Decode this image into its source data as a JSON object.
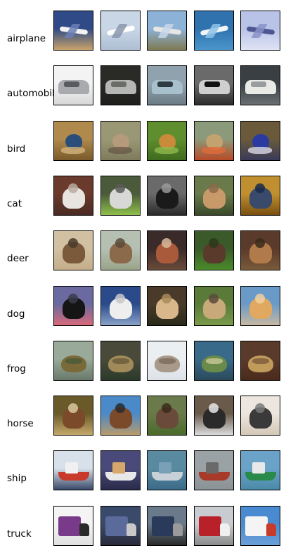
{
  "rows": [
    {
      "label": "airplane",
      "images": [
        {
          "icon": "airplane-photo",
          "top": "#2f4a86",
          "bottom": "#c9a36a",
          "subject": "#f2f2f2",
          "accent": "#6b7fb4",
          "shape": "plane"
        },
        {
          "icon": "airplane-photo",
          "top": "#c9d6e6",
          "bottom": "#aebfd4",
          "subject": "#ffffff",
          "accent": "#8a97ab",
          "shape": "plane"
        },
        {
          "icon": "airplane-photo",
          "top": "#8db2d8",
          "bottom": "#7f7a52",
          "subject": "#e8e6e2",
          "accent": "#c7d7ea",
          "shape": "plane"
        },
        {
          "icon": "airplane-photo",
          "top": "#2f72ae",
          "bottom": "#4a95cb",
          "subject": "#f2f5f8",
          "accent": "#8fc2e6",
          "shape": "plane"
        },
        {
          "icon": "airplane-photo",
          "top": "#b9c3e8",
          "bottom": "#dfe3f5",
          "subject": "#4d5690",
          "accent": "#8992c8",
          "shape": "plane"
        }
      ]
    },
    {
      "label": "automobile",
      "images": [
        {
          "icon": "car-photo",
          "top": "#f3f3f3",
          "bottom": "#d8d8d8",
          "subject": "#a9aaad",
          "accent": "#5a5b60",
          "shape": "car"
        },
        {
          "icon": "car-photo",
          "top": "#2a2a26",
          "bottom": "#1e1e1c",
          "subject": "#b5b7b4",
          "accent": "#6b6d68",
          "shape": "car"
        },
        {
          "icon": "car-photo",
          "top": "#8fa2ae",
          "bottom": "#6c7c86",
          "subject": "#a8c0cc",
          "accent": "#2f3a42",
          "shape": "car"
        },
        {
          "icon": "car-photo",
          "top": "#6a6a6a",
          "bottom": "#2d2d2d",
          "subject": "#cfcfcf",
          "accent": "#111111",
          "shape": "car"
        },
        {
          "icon": "car-photo",
          "top": "#3a3f44",
          "bottom": "#6a6f73",
          "subject": "#e9e9e6",
          "accent": "#9a9d9f",
          "shape": "car"
        }
      ]
    },
    {
      "label": "bird",
      "images": [
        {
          "icon": "bird-photo",
          "top": "#b08a4c",
          "bottom": "#7a5a2c",
          "subject": "#2b4d7a",
          "accent": "#d3b27a",
          "shape": "bird"
        },
        {
          "icon": "bird-photo",
          "top": "#9a9874",
          "bottom": "#7d7b5c",
          "subject": "#b59a7c",
          "accent": "#6a5a48",
          "shape": "bird"
        },
        {
          "icon": "bird-photo",
          "top": "#5e8e2e",
          "bottom": "#3f6b1f",
          "subject": "#c98a3a",
          "accent": "#8eb84c",
          "shape": "bird"
        },
        {
          "icon": "bird-photo",
          "top": "#8a9a7a",
          "bottom": "#b84a28",
          "subject": "#c2a26e",
          "accent": "#e06a3a",
          "shape": "bird"
        },
        {
          "icon": "bird-photo",
          "top": "#6a5a3a",
          "bottom": "#3a3a5a",
          "subject": "#2a3aa0",
          "accent": "#d8d8e6",
          "shape": "bird"
        }
      ]
    },
    {
      "label": "cat",
      "images": [
        {
          "icon": "cat-photo",
          "top": "#6a3a2c",
          "bottom": "#4a2a22",
          "subject": "#e8e4df",
          "accent": "#b8aaa0",
          "shape": "animal"
        },
        {
          "icon": "cat-photo",
          "top": "#4a5a3a",
          "bottom": "#8ec04a",
          "subject": "#d8d8d6",
          "accent": "#5a5a58",
          "shape": "animal"
        },
        {
          "icon": "cat-photo",
          "top": "#6a6a6a",
          "bottom": "#2a2a2a",
          "subject": "#1a1a1a",
          "accent": "#9a9a9a",
          "shape": "animal"
        },
        {
          "icon": "cat-photo",
          "top": "#6a7a4a",
          "bottom": "#3a4a2a",
          "subject": "#c89a6a",
          "accent": "#8a6a4a",
          "shape": "animal"
        },
        {
          "icon": "cat-photo",
          "top": "#c09030",
          "bottom": "#7a5010",
          "subject": "#3a4a6a",
          "accent": "#1a2a4a",
          "shape": "animal"
        }
      ]
    },
    {
      "label": "deer",
      "images": [
        {
          "icon": "deer-photo",
          "top": "#d2c0a2",
          "bottom": "#c4ae8a",
          "subject": "#7a5a3a",
          "accent": "#4a3a2a",
          "shape": "animal"
        },
        {
          "icon": "deer-photo",
          "top": "#b6c0b2",
          "bottom": "#9aa48a",
          "subject": "#8a6a4a",
          "accent": "#5a4a3a",
          "shape": "animal"
        },
        {
          "icon": "deer-photo",
          "top": "#3a2a2a",
          "bottom": "#6a4a3a",
          "subject": "#a85a3a",
          "accent": "#d8b89a",
          "shape": "animal"
        },
        {
          "icon": "deer-photo",
          "top": "#3a5a2a",
          "bottom": "#4a8a2a",
          "subject": "#5a3a2a",
          "accent": "#2a3a1a",
          "shape": "animal"
        },
        {
          "icon": "deer-photo",
          "top": "#5a3a2a",
          "bottom": "#7a5a3a",
          "subject": "#b07a4a",
          "accent": "#3a2a1a",
          "shape": "animal"
        }
      ]
    },
    {
      "label": "dog",
      "images": [
        {
          "icon": "dog-photo",
          "top": "#6a6aa0",
          "bottom": "#d86a7a",
          "subject": "#151515",
          "accent": "#3a3a4a",
          "shape": "animal"
        },
        {
          "icon": "dog-photo",
          "top": "#2a4a8a",
          "bottom": "#8aa2c8",
          "subject": "#eeeeee",
          "accent": "#c8c8c8",
          "shape": "animal"
        },
        {
          "icon": "dog-photo",
          "top": "#4a3a2a",
          "bottom": "#2a2a1a",
          "subject": "#d8b88a",
          "accent": "#a88a5a",
          "shape": "animal"
        },
        {
          "icon": "dog-photo",
          "top": "#5a7a3a",
          "bottom": "#7a9a4a",
          "subject": "#c8aa7a",
          "accent": "#5a4a3a",
          "shape": "animal"
        },
        {
          "icon": "dog-photo",
          "top": "#6a9ac8",
          "bottom": "#c8b8a2",
          "subject": "#e0a860",
          "accent": "#f0d0a0",
          "shape": "animal"
        }
      ]
    },
    {
      "label": "frog",
      "images": [
        {
          "icon": "frog-photo",
          "top": "#9aaa9a",
          "bottom": "#6a7a6a",
          "subject": "#7a6a3a",
          "accent": "#4a5a3a",
          "shape": "frog"
        },
        {
          "icon": "frog-photo",
          "top": "#4a4a3a",
          "bottom": "#2a3a2a",
          "subject": "#a08a5a",
          "accent": "#6a5a3a",
          "shape": "frog"
        },
        {
          "icon": "frog-photo",
          "top": "#eceff2",
          "bottom": "#dde2e8",
          "subject": "#a89a8a",
          "accent": "#7a6a5a",
          "shape": "frog"
        },
        {
          "icon": "frog-photo",
          "top": "#3a6a8a",
          "bottom": "#2a4a5a",
          "subject": "#6a8a4a",
          "accent": "#c8c89a",
          "shape": "frog"
        },
        {
          "icon": "frog-photo",
          "top": "#5a3a2a",
          "bottom": "#4a2a1a",
          "subject": "#c09a5a",
          "accent": "#7a5a3a",
          "shape": "frog"
        }
      ]
    },
    {
      "label": "horse",
      "images": [
        {
          "icon": "horse-photo",
          "top": "#6a5a2a",
          "bottom": "#c4a86a",
          "subject": "#7a4a2a",
          "accent": "#d8c8a0",
          "shape": "animal"
        },
        {
          "icon": "horse-photo",
          "top": "#4a8ac8",
          "bottom": "#b89a6a",
          "subject": "#7a4a2a",
          "accent": "#2a2a2a",
          "shape": "animal"
        },
        {
          "icon": "horse-photo",
          "top": "#6a7a4a",
          "bottom": "#4a6a2a",
          "subject": "#6a4a3a",
          "accent": "#3a2a1a",
          "shape": "animal"
        },
        {
          "icon": "horse-photo",
          "top": "#6a5a4a",
          "bottom": "#d8dadc",
          "subject": "#2a2a2a",
          "accent": "#e8e8e8",
          "shape": "animal"
        },
        {
          "icon": "horse-photo",
          "top": "#ece6de",
          "bottom": "#d4c8b8",
          "subject": "#3a3a3a",
          "accent": "#7a7a7a",
          "shape": "animal"
        }
      ]
    },
    {
      "label": "ship",
      "images": [
        {
          "icon": "ship-photo",
          "top": "#d8e0ea",
          "bottom": "#3a4a6a",
          "subject": "#c83a2a",
          "accent": "#f0f0f0",
          "shape": "ship"
        },
        {
          "icon": "ship-photo",
          "top": "#4a4a7a",
          "bottom": "#2a2a4a",
          "subject": "#e8e8e8",
          "accent": "#d8a86a",
          "shape": "ship"
        },
        {
          "icon": "ship-photo",
          "top": "#5a8aa0",
          "bottom": "#3a6a88",
          "subject": "#c8d0d8",
          "accent": "#7aa0b8",
          "shape": "ship"
        },
        {
          "icon": "ship-photo",
          "top": "#9aa2a6",
          "bottom": "#8a9296",
          "subject": "#a83a2a",
          "accent": "#6a6a6a",
          "shape": "ship"
        },
        {
          "icon": "ship-photo",
          "top": "#6aa2c8",
          "bottom": "#4a8aa8",
          "subject": "#2a8a4a",
          "accent": "#e8e8e8",
          "shape": "ship"
        }
      ]
    },
    {
      "label": "truck",
      "images": [
        {
          "icon": "truck-photo",
          "top": "#f4f4f4",
          "bottom": "#e0e0e0",
          "subject": "#7a3a8a",
          "accent": "#2a2a2a",
          "shape": "truck"
        },
        {
          "icon": "truck-photo",
          "top": "#3a4a6a",
          "bottom": "#2a2a3a",
          "subject": "#5a6a9a",
          "accent": "#c8c8c8",
          "shape": "truck"
        },
        {
          "icon": "truck-photo",
          "top": "#6a7a8a",
          "bottom": "#2a2a2a",
          "subject": "#2a3a5a",
          "accent": "#9a9a9a",
          "shape": "truck"
        },
        {
          "icon": "truck-photo",
          "top": "#c8ccd0",
          "bottom": "#8a8a8a",
          "subject": "#b8202a",
          "accent": "#f0f0f0",
          "shape": "truck"
        },
        {
          "icon": "truck-photo",
          "top": "#4a8ad0",
          "bottom": "#6aa0d8",
          "subject": "#f4f4f4",
          "accent": "#c83a2a",
          "shape": "truck"
        }
      ]
    }
  ]
}
